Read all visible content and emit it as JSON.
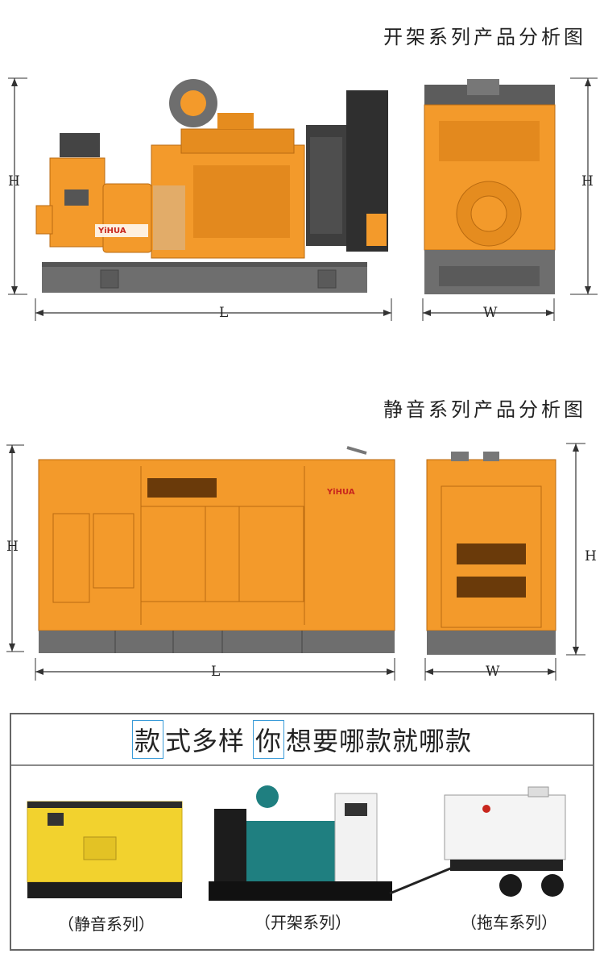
{
  "open_frame": {
    "title": "开架系列产品分析图",
    "dims": {
      "height": "H",
      "length": "L",
      "width": "W"
    }
  },
  "silent": {
    "title": "静音系列产品分析图",
    "dims": {
      "height": "H",
      "length": "L",
      "width": "W"
    }
  },
  "brand": "YiHUA",
  "banner": {
    "part1_boxed": "款",
    "part2": "式多样",
    "part3_boxed": "你",
    "part4": "想要哪款就哪款"
  },
  "products": [
    {
      "caption": "（静音系列）"
    },
    {
      "caption": "（开架系列）"
    },
    {
      "caption": "（拖车系列）"
    }
  ],
  "colors": {
    "orange": "#f39a2b",
    "orange_dark": "#d97e15",
    "base_gray": "#6e6e6e",
    "yellow": "#f2d22e",
    "teal": "#1f7f80"
  }
}
